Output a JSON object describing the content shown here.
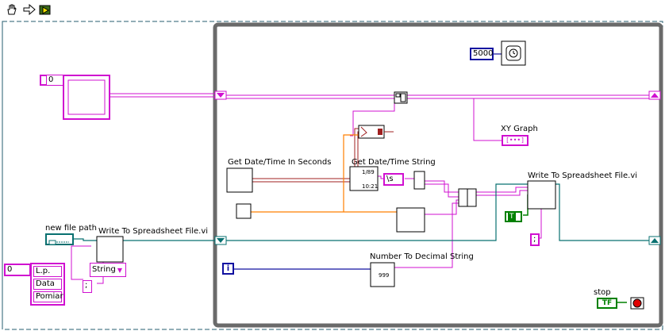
{
  "toolbar": {
    "tools_icon": "hand-tool-icon",
    "run_arrow_icon": "arrow-icon",
    "highlight_icon": "highlight-execution-icon"
  },
  "labels": {
    "new_file_path": "new file path",
    "write_spreadsheet_outer": "Write To Spreadsheet File.vi",
    "write_spreadsheet_inner": "Write To Spreadsheet File.vi",
    "get_date_seconds": "Get Date/Time In Seconds",
    "get_date_string": "Get Date/Time String",
    "xy_graph": "XY Graph",
    "number_to_decimal": "Number To Decimal String",
    "stop": "stop"
  },
  "constants": {
    "wait_ms": "5000",
    "array_index": "0",
    "header_index": "0",
    "header_items": [
      "L.p.",
      "Data",
      "Pomiar"
    ],
    "format_type": "String",
    "format_arrow": "▼",
    "separator_outer": ";",
    "separator_inner": ";",
    "escape_s": "\\s",
    "true_const": "T",
    "iteration": "i",
    "stop_terminal": "TF",
    "xy_graph_terminal": "[•••]",
    "num_to_str_icon": "999",
    "seconds_icon": "1/89",
    "time_icon": "10:21"
  },
  "colors": {
    "orange_wire": "#ff7f00",
    "pink_wire": "#d010d0",
    "blue_wire": "#1010a0",
    "teal_wire": "#087070",
    "green_wire": "#008000",
    "dashed_border": "#245c6f",
    "loop_frame": "#808080"
  }
}
